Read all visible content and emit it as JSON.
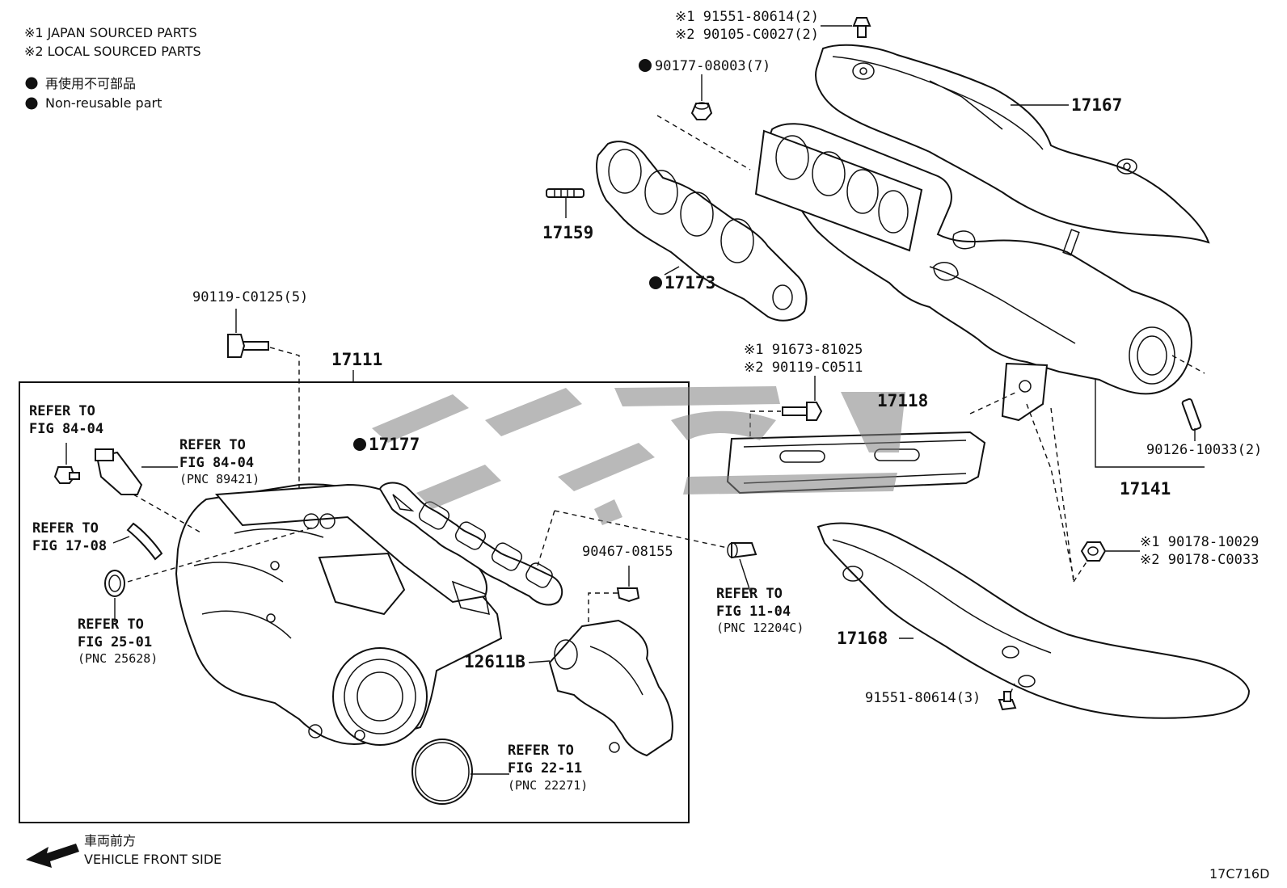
{
  "legend": {
    "note1": "※1 JAPAN SOURCED PARTS",
    "note2": "※2 LOCAL SOURCED PARTS",
    "non_reusable_ja": "再使用不可部品",
    "non_reusable_en": "Non-reusable part"
  },
  "front": {
    "label_ja": "車両前方",
    "label_en": "VEHICLE FRONT SIDE"
  },
  "diagram_code": "17C716D",
  "parts": {
    "p91551_top_1": "※1 91551-80614(2)",
    "p91551_top_2": "※2 90105-C0027(2)",
    "p90177": "90177-08003(7)",
    "p17167": "17167",
    "p17159": "17159",
    "p17173": "17173",
    "p90119_c0125": "90119-C0125(5)",
    "p17111": "17111",
    "p17177": "17177",
    "p91673_1": "※1 91673-81025",
    "p91673_2": "※2 90119-C0511",
    "p17118": "17118",
    "p90126": "90126-10033(2)",
    "p17141": "17141",
    "p90178_1": "※1 90178-10029",
    "p90178_2": "※2 90178-C0033",
    "p17168": "17168",
    "p91551_bottom": "91551-80614(3)",
    "p90467": "90467-08155",
    "p12611b": "12611B"
  },
  "refs": {
    "r84_04_a_1": "REFER TO",
    "r84_04_a_2": "FIG 84-04",
    "r84_04_b_1": "REFER TO",
    "r84_04_b_2": "FIG 84-04",
    "r84_04_b_pnc": "(PNC 89421)",
    "r17_08_1": "REFER TO",
    "r17_08_2": "FIG 17-08",
    "r25_01_1": "REFER TO",
    "r25_01_2": "FIG 25-01",
    "r25_01_pnc": "(PNC 25628)",
    "r11_04_1": "REFER TO",
    "r11_04_2": "FIG 11-04",
    "r11_04_pnc": "(PNC 12204C)",
    "r22_11_1": "REFER TO",
    "r22_11_2": "FIG 22-11",
    "r22_11_pnc": "(PNC 22271)"
  },
  "watermark": "logo"
}
